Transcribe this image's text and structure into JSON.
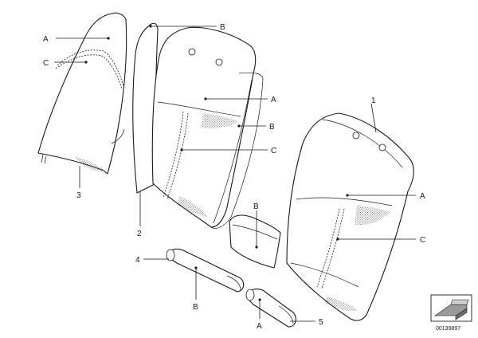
{
  "labels": {
    "p1": "1",
    "p2": "2",
    "p3": "3",
    "p4": "4",
    "p5": "5",
    "a1": "A",
    "a2": "A",
    "a3": "A",
    "a4": "A",
    "b1": "B",
    "b2": "B",
    "b3": "B",
    "b4": "B",
    "c1": "C",
    "c2": "C",
    "c3": "C"
  },
  "catalog_number": "00139897",
  "icons": {
    "corner": "seat-cushion-icon"
  }
}
